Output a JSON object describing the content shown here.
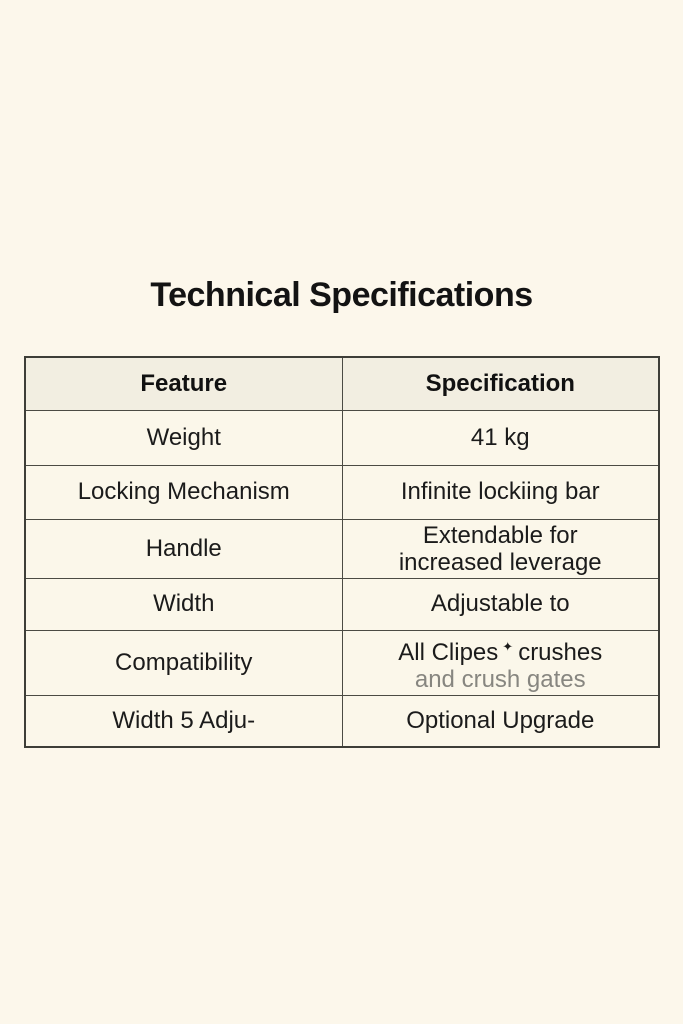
{
  "page": {
    "title": "Technical Specifications",
    "background_color": "#fcf7eb"
  },
  "colors": {
    "header_bg": "#f2eee1",
    "cell_bg": "#fbf7ea",
    "border": "#4b4b44",
    "text": "#181818",
    "muted_text": "#878680"
  },
  "table": {
    "headers": [
      "Feature",
      "Specification"
    ],
    "rows": [
      {
        "feature": "Weight",
        "spec": "41 kg"
      },
      {
        "feature": "Locking Mechanism",
        "spec": "Infinite lockiing bar"
      },
      {
        "feature": "Handle",
        "spec": "Extendable for increased leverage"
      },
      {
        "feature": "Width",
        "spec": "Adjustable to"
      },
      {
        "feature": "Compatibility",
        "spec_part1": "All Clipes",
        "spec_symbol": "✦",
        "spec_part2": "crushes",
        "spec_line2": "and crush gates"
      },
      {
        "feature": "Width 5 Adju-",
        "spec": "Optional Upgrade"
      }
    ]
  }
}
